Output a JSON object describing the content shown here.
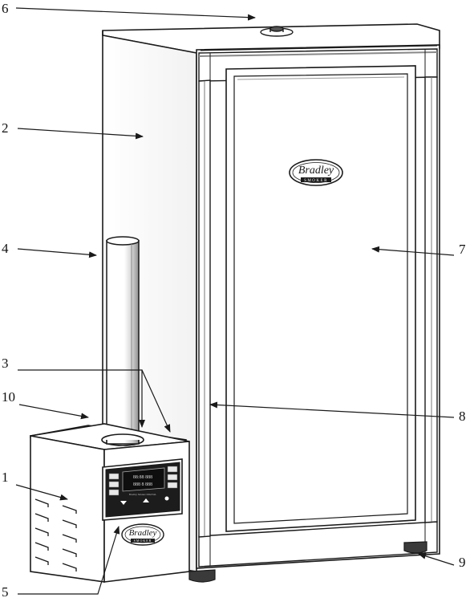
{
  "callouts": [
    {
      "id": "1",
      "label": "1"
    },
    {
      "id": "2",
      "label": "2"
    },
    {
      "id": "3",
      "label": "3"
    },
    {
      "id": "4",
      "label": "4"
    },
    {
      "id": "5",
      "label": "5"
    },
    {
      "id": "6",
      "label": "6"
    },
    {
      "id": "7",
      "label": "7"
    },
    {
      "id": "8",
      "label": "8"
    },
    {
      "id": "9",
      "label": "9"
    },
    {
      "id": "10",
      "label": "10"
    }
  ],
  "door_logo": {
    "script": "Bradley",
    "sub": "SMOKER"
  },
  "generator_logo": {
    "script": "Bradley",
    "sub": "SMOKER"
  },
  "control_panel": {
    "display_top": "88:88 888",
    "display_bottom": "888 8 888",
    "caption": "Bradley Smoker DIGITAL",
    "left_buttons": [
      "",
      "",
      ""
    ],
    "right_buttons": [
      "",
      "",
      ""
    ]
  },
  "colors": {
    "line": "#1a1a1a",
    "fill": "#ffffff",
    "shade": "#d8d8d8"
  }
}
